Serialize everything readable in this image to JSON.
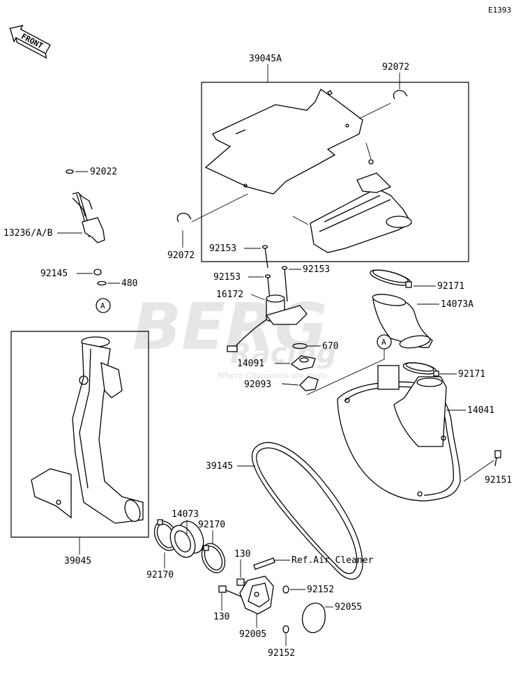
{
  "diagram_code": "E1393",
  "front_marker": "FRONT",
  "watermark": {
    "brand": "BERG",
    "sub": "Racing",
    "tagline": "Where Champions are made"
  },
  "callouts": {
    "ref_a_top": "A",
    "ref_a_right": "A"
  },
  "parts": {
    "p39045A": "39045A",
    "p92072_top": "92072",
    "p92072_left": "92072",
    "p92022": "92022",
    "p13236": "13236/A/B",
    "p92145": "92145",
    "p480": "480",
    "p92153_a": "92153",
    "p92153_b": "92153",
    "p92153_c": "92153",
    "p16172": "16172",
    "p92171_top": "92171",
    "p14073A": "14073A",
    "p670": "670",
    "p14091": "14091",
    "p92093": "92093",
    "p92171_right": "92171",
    "p14041": "14041",
    "p39145": "39145",
    "p92151": "92151",
    "p14073": "14073",
    "p92170_a": "92170",
    "p92170_b": "92170",
    "p130_a": "130",
    "p130_b": "130",
    "ref_air_cleaner": "Ref.Air Cleaner",
    "p92152_a": "92152",
    "p92152_b": "92152",
    "p92055": "92055",
    "p92005": "92005",
    "p39045": "39045"
  }
}
